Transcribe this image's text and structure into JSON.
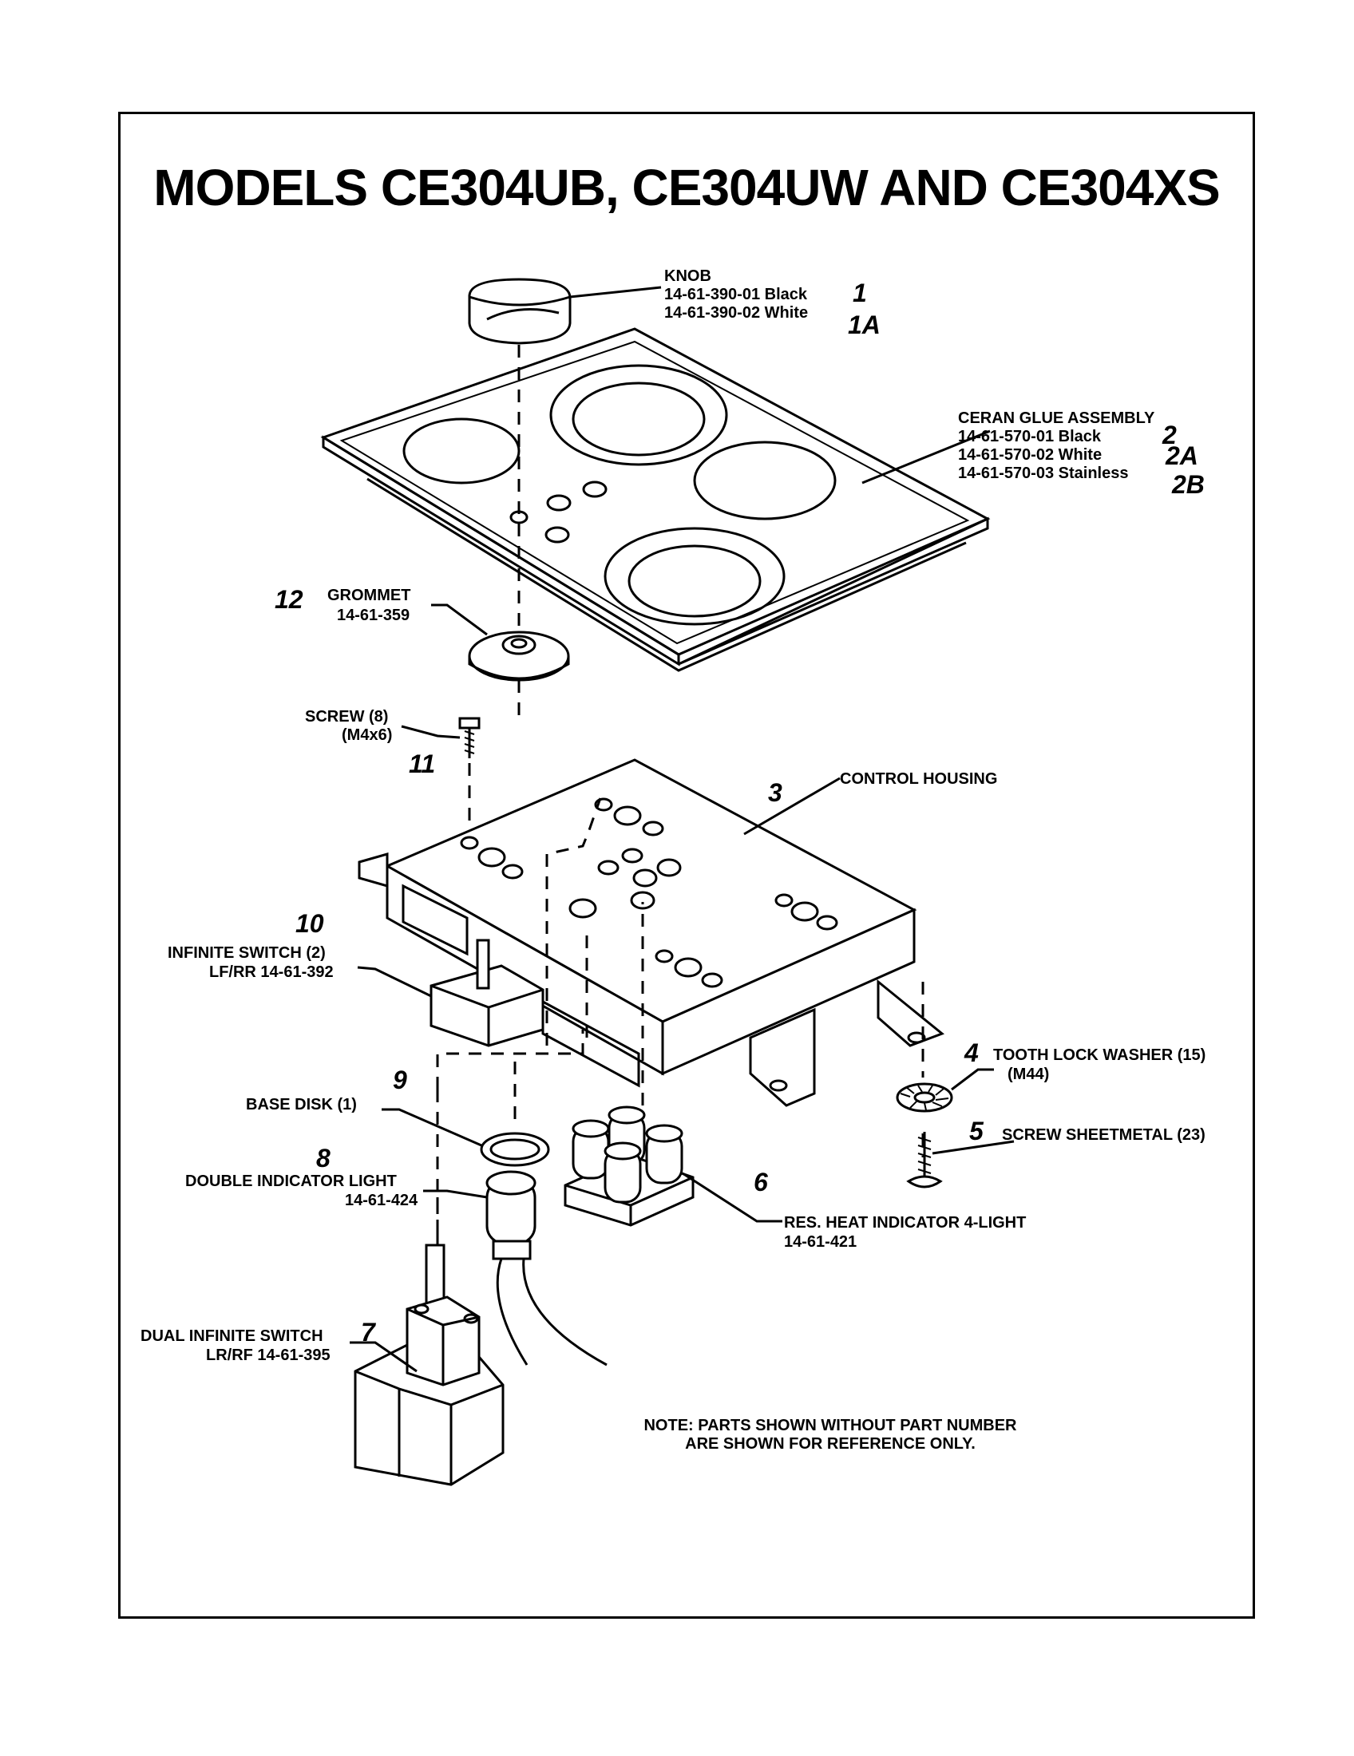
{
  "title": "MODELS CE304UB, CE304UW AND CE304XS",
  "parts": {
    "knob": {
      "name": "KNOB",
      "pn1": "14-61-390-01 Black",
      "num1": "1",
      "pn2": "14-61-390-02 White",
      "num2": "1A"
    },
    "ceran": {
      "name": "CERAN GLUE ASSEMBLY",
      "pn1": "14-61-570-01 Black",
      "num1": "2",
      "pn2": "14-61-570-02 White",
      "num2": "2A",
      "pn3": "14-61-570-03 Stainless",
      "num3": "2B"
    },
    "grommet": {
      "num": "12",
      "name": "GROMMET",
      "pn": "14-61-359"
    },
    "screw": {
      "name": "SCREW (8)",
      "size": "(M4x6)",
      "num": "11"
    },
    "control_housing": {
      "num": "3",
      "name": "CONTROL HOUSING"
    },
    "infinite_switch": {
      "num": "10",
      "name": "INFINITE SWITCH (2)",
      "pn": "LF/RR 14-61-392"
    },
    "tooth_lock_washer": {
      "num": "4",
      "name": "TOOTH LOCK WASHER (15)",
      "size": "(M44)"
    },
    "screw_sheetmetal": {
      "num": "5",
      "name": "SCREW SHEETMETAL (23)"
    },
    "base_disk": {
      "num": "9",
      "name": "BASE  DISK (1)"
    },
    "double_indicator": {
      "num": "8",
      "name": "DOUBLE INDICATOR LIGHT",
      "pn": "14-61-424"
    },
    "res_heat": {
      "num": "6",
      "name": "RES. HEAT INDICATOR 4-LIGHT",
      "pn": "14-61-421"
    },
    "dual_switch": {
      "num": "7",
      "name": "DUAL INFINITE SWITCH",
      "pn": "LR/RF 14-61-395"
    }
  },
  "note": {
    "line1": "NOTE: PARTS SHOWN WITHOUT PART NUMBER",
    "line2": "ARE SHOWN FOR REFERENCE ONLY."
  }
}
